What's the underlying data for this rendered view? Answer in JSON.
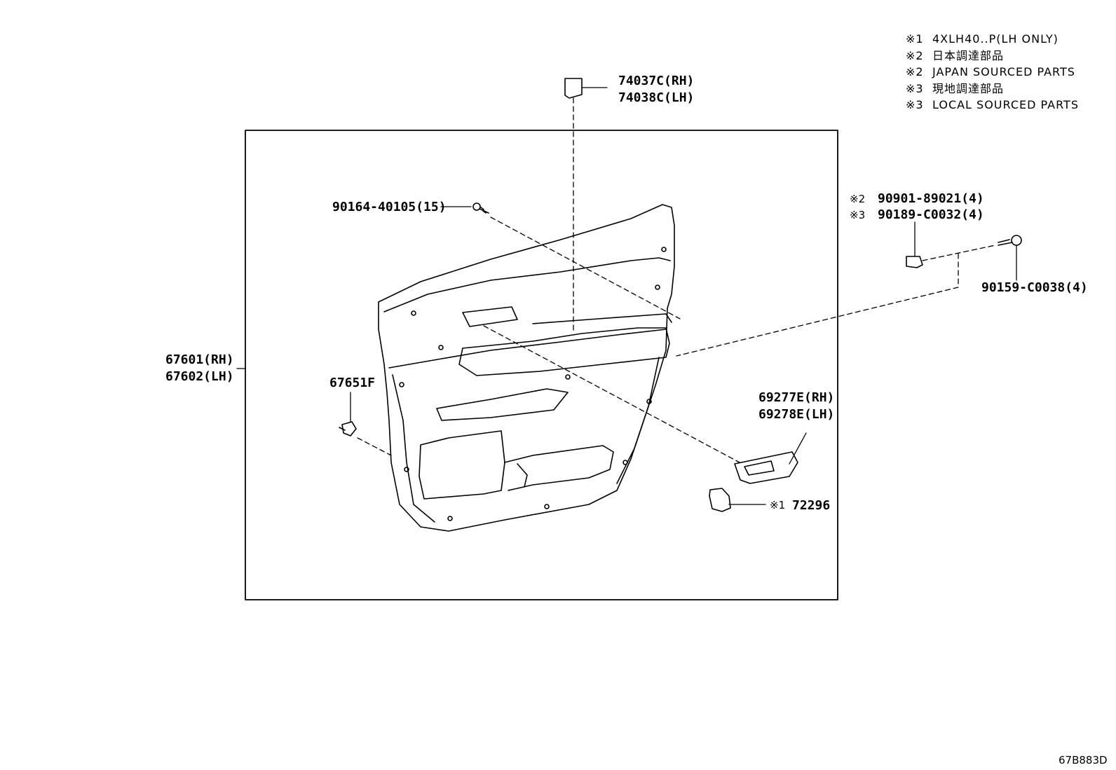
{
  "notes": [
    {
      "mark": "※1",
      "text": "4XLH40..P(LH ONLY)"
    },
    {
      "mark": "※2",
      "text": "日本調達部品"
    },
    {
      "mark": "※2",
      "text": "JAPAN SOURCED PARTS"
    },
    {
      "mark": "※3",
      "text": "現地調達部品"
    },
    {
      "mark": "※3",
      "text": "LOCAL SOURCED PARTS"
    }
  ],
  "parts": {
    "cover_rh": "74037C(RH)",
    "cover_lh": "74038C(LH)",
    "screw_top": "90164-40105(15)",
    "screw_jp_mark": "※2",
    "screw_jp": "90901-89021(4)",
    "nut_local_mark": "※3",
    "nut_local": "90189-C0032(4)",
    "bolt": "90159-C0038(4)",
    "panel_rh": "67601(RH)",
    "panel_lh": "67602(LH)",
    "clip": "67651F",
    "bezel_rh": "69277E(RH)",
    "bezel_lh": "69278E(LH)",
    "switch_mark": "※1",
    "switch": "72296"
  },
  "diagram_code": "67B883D",
  "icons": [
    "door-trim-panel",
    "cover-piece",
    "screw",
    "bolt",
    "nut",
    "clip",
    "switch-bezel",
    "power-window-switch"
  ]
}
